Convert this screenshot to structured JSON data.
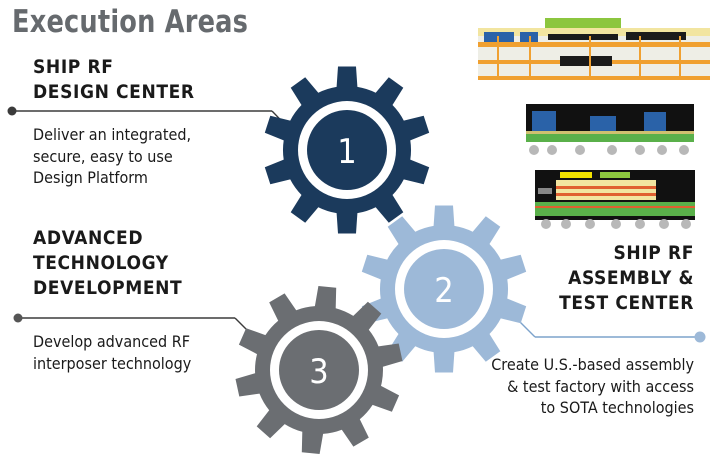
{
  "title": "Execution Areas",
  "areas": [
    {
      "heading_lines": [
        "SHIP RF",
        "DESIGN CENTER"
      ],
      "description_lines": [
        "Deliver an integrated,",
        "secure, easy to use",
        "Design Platform"
      ],
      "gear_number": "1",
      "gear_color": "#1b3a5c"
    },
    {
      "heading_lines": [
        "SHIP RF",
        "ASSEMBLY &",
        "TEST CENTER"
      ],
      "description_lines": [
        "Create U.S.-based assembly",
        "& test factory with access",
        "to SOTA technologies"
      ],
      "gear_number": "2",
      "gear_color": "#9db9d8"
    },
    {
      "heading_lines": [
        "ADVANCED",
        "TECHNOLOGY",
        "DEVELOPMENT"
      ],
      "description_lines": [
        "Develop advanced RF",
        "interposer technology"
      ],
      "gear_number": "3",
      "gear_color": "#6b6e72"
    }
  ],
  "colors": {
    "title": "#666a6e",
    "connector": "#3b3b3b",
    "connector_right": "#7da3cc",
    "gear_hub": "#ffffff"
  }
}
